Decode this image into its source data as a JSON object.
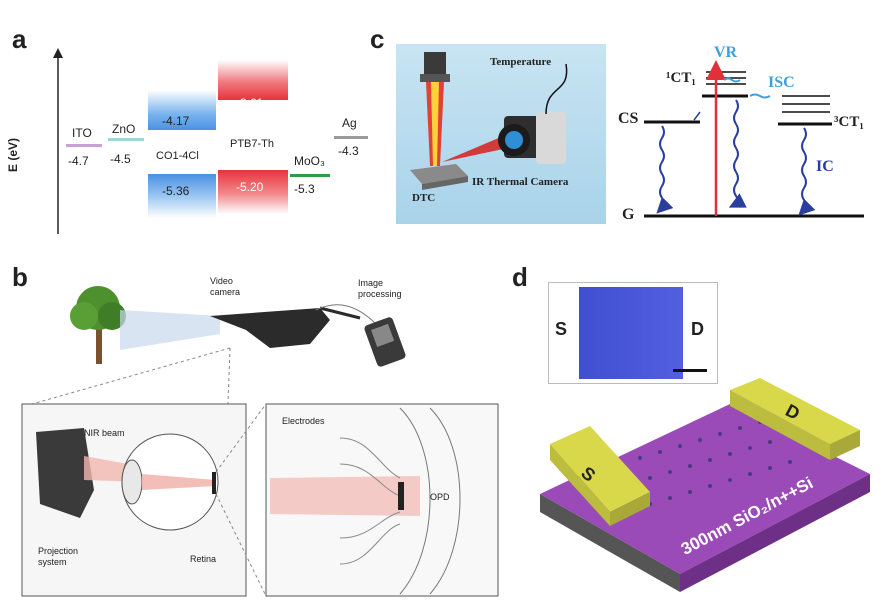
{
  "panels": {
    "a": {
      "label": "a",
      "yaxis": "E (eV)",
      "materials": [
        {
          "name": "ITO",
          "values": [
            "-4.7"
          ]
        },
        {
          "name": "ZnO",
          "values": [
            "-4.5"
          ]
        },
        {
          "name": "CO1-4Cl",
          "values": [
            "-4.17",
            "-5.36"
          ]
        },
        {
          "name": "PTB7-Th",
          "values": [
            "-3.61",
            "-5.20"
          ]
        },
        {
          "name": "MoO₃",
          "values": [
            "-5.3"
          ]
        },
        {
          "name": "Ag",
          "values": [
            "-4.3"
          ]
        }
      ],
      "colors": {
        "ito": "#c9a0d6",
        "zno": "#9fd6d8",
        "blue": "#4a90e2",
        "red": "#e8333a",
        "moo3": "#2f9e44",
        "ag": "#999999"
      }
    },
    "b": {
      "label": "b",
      "texts": {
        "video_camera": "Video camera",
        "image_processing": "Image processing",
        "nir_beam": "NIR beam",
        "projection_system": "Projection system",
        "retina": "Retina",
        "electrodes": "Electrodes",
        "opd": "OPD"
      }
    },
    "c": {
      "label": "c",
      "texts": {
        "temperature": "Temperature",
        "dtc": "DTC",
        "ir_camera": "IR Thermal Camera",
        "vr": "VR",
        "isc": "ISC",
        "ct1_singlet": "¹CT₁",
        "ct1_triplet": "³CT₁",
        "cs": "CS",
        "ic": "IC",
        "g": "G"
      }
    },
    "d": {
      "label": "d",
      "texts": {
        "s": "S",
        "d": "D",
        "substrate": "300nm SiO₂/n++Si"
      }
    }
  }
}
